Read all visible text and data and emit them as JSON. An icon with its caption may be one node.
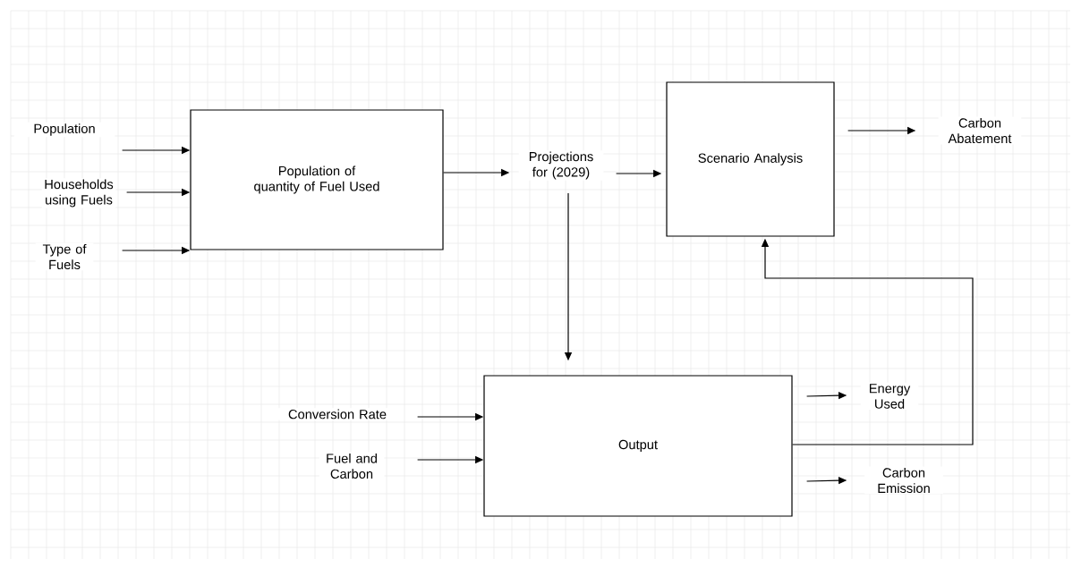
{
  "diagram": {
    "nodes": [
      {
        "text": [
          "Population"
        ]
      },
      {
        "text": [
          "Households using Fuels"
        ]
      },
      {
        "text": [
          "Type of Fuels"
        ]
      },
      {
        "text": [
          "Conversion Rate"
        ]
      },
      {
        "text": [
          "Fuel and Carbon"
        ]
      },
      {
        "text": [
          "Population of quantity of Fuel Used"
        ]
      },
      {
        "text": [
          "Projections for (2029)"
        ]
      },
      {
        "text": [
          "Scenario Analysis"
        ]
      },
      {
        "text": [
          "Carbon Abatement"
        ]
      },
      {
        "text": [
          "Output"
        ]
      },
      {
        "text": [
          "Energy Used"
        ]
      },
      {
        "text": [
          "Carbon Emission"
        ]
      }
    ],
    "edges": [
      {
        "from": 0,
        "to": 5,
        "arrow": "to"
      },
      {
        "from": 1,
        "to": 5,
        "arrow": "to"
      },
      {
        "from": 2,
        "to": 5,
        "arrow": "to"
      },
      {
        "from": 5,
        "to": 6,
        "arrow": "to"
      },
      {
        "from": 6,
        "to": 7,
        "arrow": "to"
      },
      {
        "from": 7,
        "to": 8,
        "arrow": "to"
      },
      {
        "from": 6,
        "to": 9,
        "arrow": "to"
      },
      {
        "from": 3,
        "to": 9,
        "arrow": "to"
      },
      {
        "from": 4,
        "to": 9,
        "arrow": "to"
      },
      {
        "from": 9,
        "to": 10,
        "arrow": "to"
      },
      {
        "from": 9,
        "to": 11,
        "arrow": "to"
      },
      {
        "from": 9,
        "to": 7,
        "arrow": "to"
      }
    ]
  }
}
